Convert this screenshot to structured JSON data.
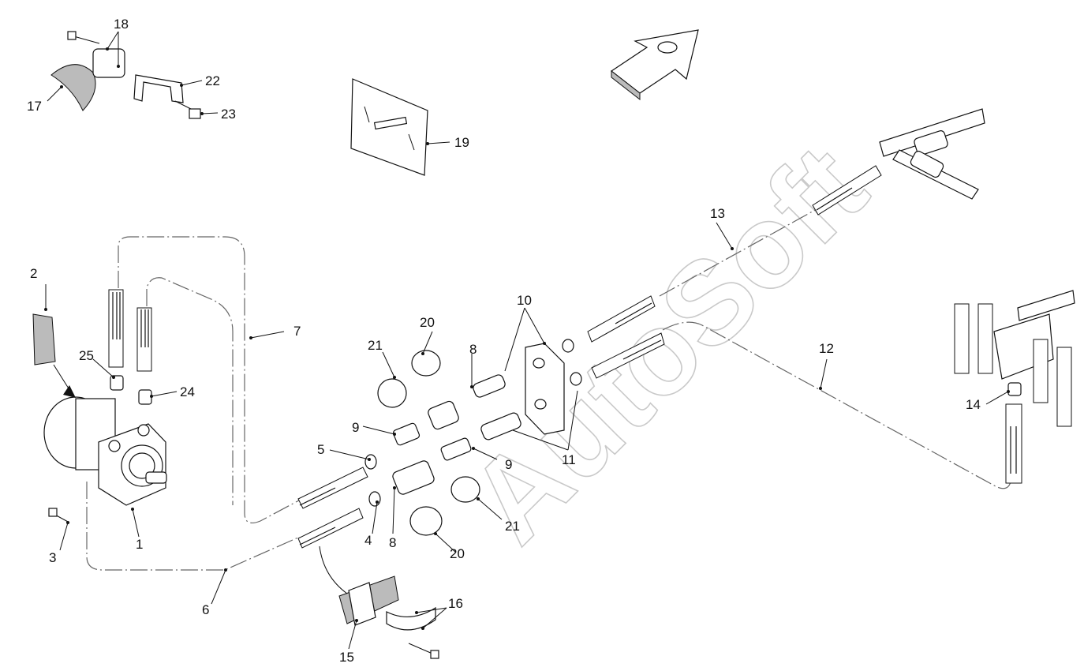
{
  "watermark": "AutoSoft",
  "callouts": {
    "c1": "1",
    "c2": "2",
    "c3": "3",
    "c4": "4",
    "c5": "5",
    "c6": "6",
    "c7": "7",
    "c8a": "8",
    "c8b": "8",
    "c9a": "9",
    "c9b": "9",
    "c10": "10",
    "c11": "11",
    "c12": "12",
    "c13": "13",
    "c14": "14",
    "c15": "15",
    "c16": "16",
    "c17": "17",
    "c18": "18",
    "c19": "19",
    "c20a": "20",
    "c20b": "20",
    "c21a": "21",
    "c21b": "21",
    "c22": "22",
    "c23": "23",
    "c24": "24",
    "c25": "25"
  }
}
